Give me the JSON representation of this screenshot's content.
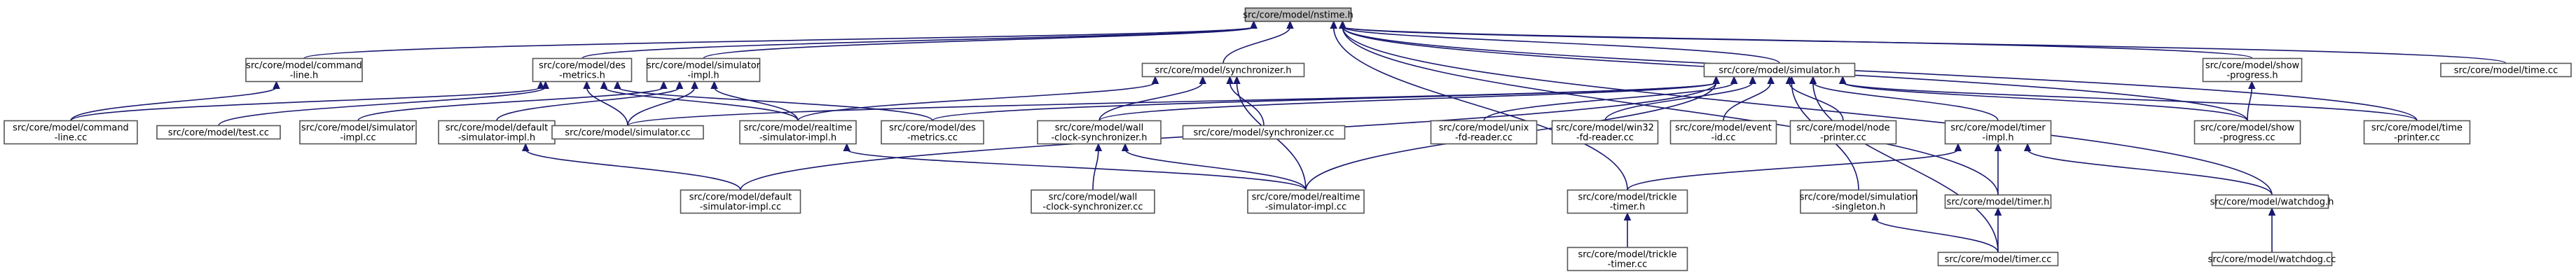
{
  "graph": {
    "root": "nstime",
    "nodes": [
      {
        "id": "nstime",
        "lines": [
          "src/core/model/nstime.h"
        ],
        "root": true
      },
      {
        "id": "command_h",
        "lines": [
          "src/core/model/command",
          "-line.h"
        ]
      },
      {
        "id": "des_metrics_h",
        "lines": [
          "src/core/model/des",
          "-metrics.h"
        ]
      },
      {
        "id": "simimpl_h",
        "lines": [
          "src/core/model/simulator",
          "-impl.h"
        ]
      },
      {
        "id": "synchronizer_h",
        "lines": [
          "src/core/model/synchronizer.h"
        ]
      },
      {
        "id": "simulator_h",
        "lines": [
          "src/core/model/simulator.h"
        ]
      },
      {
        "id": "show_progress_h",
        "lines": [
          "src/core/model/show",
          "-progress.h"
        ]
      },
      {
        "id": "time_cc",
        "lines": [
          "src/core/model/time.cc"
        ]
      },
      {
        "id": "command_cc",
        "lines": [
          "src/core/model/command",
          "-line.cc"
        ]
      },
      {
        "id": "test_cc",
        "lines": [
          "src/core/model/test.cc"
        ]
      },
      {
        "id": "simimpl_cc",
        "lines": [
          "src/core/model/simulator",
          "-impl.cc"
        ]
      },
      {
        "id": "defsimimpl_h",
        "lines": [
          "src/core/model/default",
          "-simulator-impl.h"
        ]
      },
      {
        "id": "simulator_cc",
        "lines": [
          "src/core/model/simulator.cc"
        ]
      },
      {
        "id": "rtsimimpl_h",
        "lines": [
          "src/core/model/realtime",
          "-simulator-impl.h"
        ]
      },
      {
        "id": "des_metrics_cc",
        "lines": [
          "src/core/model/des",
          "-metrics.cc"
        ]
      },
      {
        "id": "wallclock_h",
        "lines": [
          "src/core/model/wall",
          "-clock-synchronizer.h"
        ]
      },
      {
        "id": "synchronizer_cc",
        "lines": [
          "src/core/model/synchronizer.cc"
        ]
      },
      {
        "id": "unix_fd_cc",
        "lines": [
          "src/core/model/unix",
          "-fd-reader.cc"
        ]
      },
      {
        "id": "win32_fd_cc",
        "lines": [
          "src/core/model/win32",
          "-fd-reader.cc"
        ]
      },
      {
        "id": "event_id_cc",
        "lines": [
          "src/core/model/event",
          "-id.cc"
        ]
      },
      {
        "id": "node_printer_cc",
        "lines": [
          "src/core/model/node",
          "-printer.cc"
        ]
      },
      {
        "id": "timerimpl_h",
        "lines": [
          "src/core/model/timer",
          "-impl.h"
        ]
      },
      {
        "id": "show_progress_cc",
        "lines": [
          "src/core/model/show",
          "-progress.cc"
        ]
      },
      {
        "id": "time_printer_cc",
        "lines": [
          "src/core/model/time",
          "-printer.cc"
        ]
      },
      {
        "id": "defsimimpl_cc",
        "lines": [
          "src/core/model/default",
          "-simulator-impl.cc"
        ]
      },
      {
        "id": "wallclock_cc",
        "lines": [
          "src/core/model/wall",
          "-clock-synchronizer.cc"
        ]
      },
      {
        "id": "rtsimimpl_cc",
        "lines": [
          "src/core/model/realtime",
          "-simulator-impl.cc"
        ]
      },
      {
        "id": "trickle_h",
        "lines": [
          "src/core/model/trickle",
          "-timer.h"
        ]
      },
      {
        "id": "simsingleton_h",
        "lines": [
          "src/core/model/simulation",
          "-singleton.h"
        ]
      },
      {
        "id": "timer_h",
        "lines": [
          "src/core/model/timer.h"
        ]
      },
      {
        "id": "watchdog_h",
        "lines": [
          "src/core/model/watchdog.h"
        ]
      },
      {
        "id": "trickle_cc",
        "lines": [
          "src/core/model/trickle",
          "-timer.cc"
        ]
      },
      {
        "id": "timer_cc",
        "lines": [
          "src/core/model/timer.cc"
        ]
      },
      {
        "id": "watchdog_cc",
        "lines": [
          "src/core/model/watchdog.cc"
        ]
      }
    ],
    "edges": [
      [
        "command_h",
        "nstime"
      ],
      [
        "des_metrics_h",
        "nstime"
      ],
      [
        "simimpl_h",
        "nstime"
      ],
      [
        "synchronizer_h",
        "nstime"
      ],
      [
        "simulator_h",
        "nstime"
      ],
      [
        "show_progress_h",
        "nstime"
      ],
      [
        "time_cc",
        "nstime"
      ],
      [
        "trickle_h",
        "nstime"
      ],
      [
        "timer_h",
        "nstime"
      ],
      [
        "watchdog_h",
        "nstime"
      ],
      [
        "show_progress_cc",
        "nstime"
      ],
      [
        "time_printer_cc",
        "nstime"
      ],
      [
        "command_cc",
        "command_h"
      ],
      [
        "command_cc",
        "des_metrics_h"
      ],
      [
        "test_cc",
        "des_metrics_h"
      ],
      [
        "simulator_cc",
        "des_metrics_h"
      ],
      [
        "des_metrics_cc",
        "des_metrics_h"
      ],
      [
        "rtsimimpl_h",
        "des_metrics_h"
      ],
      [
        "simimpl_cc",
        "simimpl_h"
      ],
      [
        "defsimimpl_h",
        "simimpl_h"
      ],
      [
        "simulator_cc",
        "simimpl_h"
      ],
      [
        "rtsimimpl_h",
        "simimpl_h"
      ],
      [
        "rtsimimpl_h",
        "synchronizer_h"
      ],
      [
        "wallclock_h",
        "synchronizer_h"
      ],
      [
        "synchronizer_cc",
        "synchronizer_h"
      ],
      [
        "rtsimimpl_cc",
        "synchronizer_h"
      ],
      [
        "simulator_cc",
        "simulator_h"
      ],
      [
        "des_metrics_cc",
        "simulator_h"
      ],
      [
        "wallclock_h",
        "simulator_h"
      ],
      [
        "unix_fd_cc",
        "simulator_h"
      ],
      [
        "win32_fd_cc",
        "simulator_h"
      ],
      [
        "event_id_cc",
        "simulator_h"
      ],
      [
        "node_printer_cc",
        "simulator_h"
      ],
      [
        "timerimpl_h",
        "simulator_h"
      ],
      [
        "show_progress_cc",
        "simulator_h"
      ],
      [
        "time_printer_cc",
        "simulator_h"
      ],
      [
        "defsimimpl_cc",
        "simulator_h"
      ],
      [
        "rtsimimpl_cc",
        "simulator_h"
      ],
      [
        "simsingleton_h",
        "simulator_h"
      ],
      [
        "timer_cc",
        "simulator_h"
      ],
      [
        "show_progress_cc",
        "show_progress_h"
      ],
      [
        "defsimimpl_cc",
        "defsimimpl_h"
      ],
      [
        "rtsimimpl_cc",
        "rtsimimpl_h"
      ],
      [
        "wallclock_cc",
        "wallclock_h"
      ],
      [
        "rtsimimpl_cc",
        "wallclock_h"
      ],
      [
        "trickle_h",
        "timerimpl_h"
      ],
      [
        "timer_h",
        "timerimpl_h"
      ],
      [
        "watchdog_h",
        "timerimpl_h"
      ],
      [
        "trickle_cc",
        "trickle_h"
      ],
      [
        "timer_cc",
        "simsingleton_h"
      ],
      [
        "timer_cc",
        "timer_h"
      ],
      [
        "watchdog_cc",
        "watchdog_h"
      ]
    ]
  }
}
